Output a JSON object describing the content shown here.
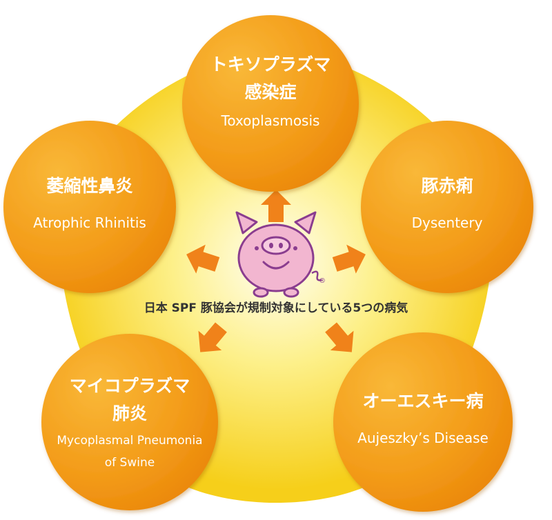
{
  "center": {
    "label": "日本 SPF 豚協会が規制対象にしている5つの病気",
    "logo_icon": "pig-logo-icon",
    "registered_mark": "®"
  },
  "diseases": [
    {
      "id": "toxoplasmosis",
      "lines": [
        "トキソプラズマ",
        "感染症",
        "Toxoplasmosis"
      ]
    },
    {
      "id": "dysentery",
      "lines": [
        "豚赤痢",
        "Dysentery"
      ]
    },
    {
      "id": "aujeszky",
      "lines": [
        "オーエスキー病",
        "Aujeszky’s Disease"
      ]
    },
    {
      "id": "mycoplasmal",
      "lines": [
        "マイコプラズマ",
        "肺炎",
        "Mycoplasmal Pneumonia",
        "of Swine"
      ]
    },
    {
      "id": "atrophic-rhinitis",
      "lines": [
        "萎縮性鼻炎",
        "Atrophic Rhinitis"
      ]
    }
  ],
  "colors": {
    "circle_light": "#f8b230",
    "circle_dark": "#ee8a08",
    "pentagon_center": "#fffbe0",
    "pentagon_edge": "#f7d21e",
    "arrow": "#f0821a",
    "pig_fill": "#f2b6d0",
    "pig_outline": "#8a3d8f"
  }
}
